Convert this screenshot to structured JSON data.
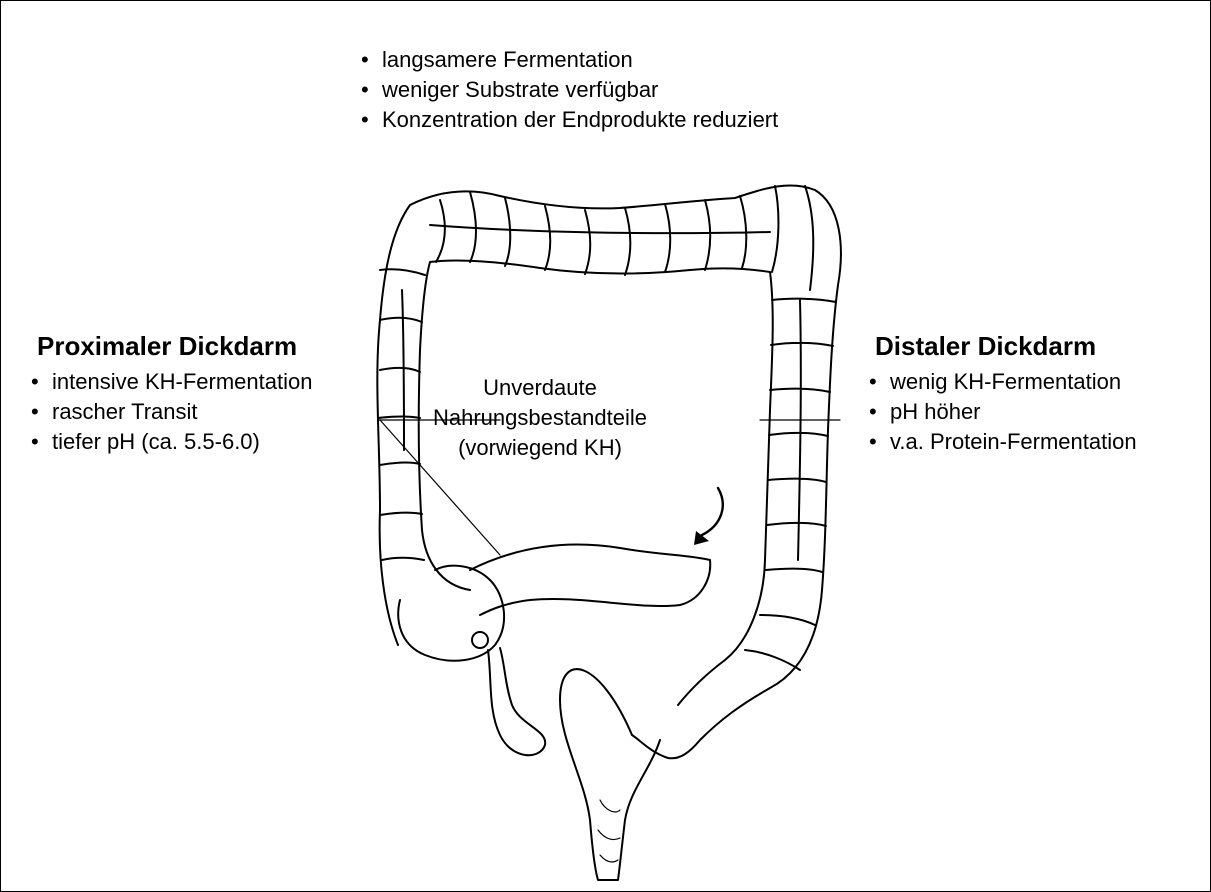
{
  "top_notes": [
    "langsamere Fermentation",
    "weniger Substrate verfügbar",
    "Konzentration der Endprodukte reduziert"
  ],
  "proximal": {
    "title": "Proximaler Dickdarm",
    "items": [
      "intensive KH-Fermentation",
      "rascher Transit",
      "tiefer pH (ca. 5.5-6.0)"
    ]
  },
  "distal": {
    "title": "Distaler Dickdarm",
    "items": [
      "wenig KH-Fermentation",
      "pH höher",
      "v.a. Protein-Fermentation"
    ]
  },
  "center": {
    "line1": "Unverdaute",
    "line2": "Nahrungsbestandteile",
    "line3": "(vorwiegend KH)"
  },
  "illustration": {
    "name": "large-intestine-illustration",
    "stroke_color": "#000000",
    "fill_color": "#ffffff"
  }
}
